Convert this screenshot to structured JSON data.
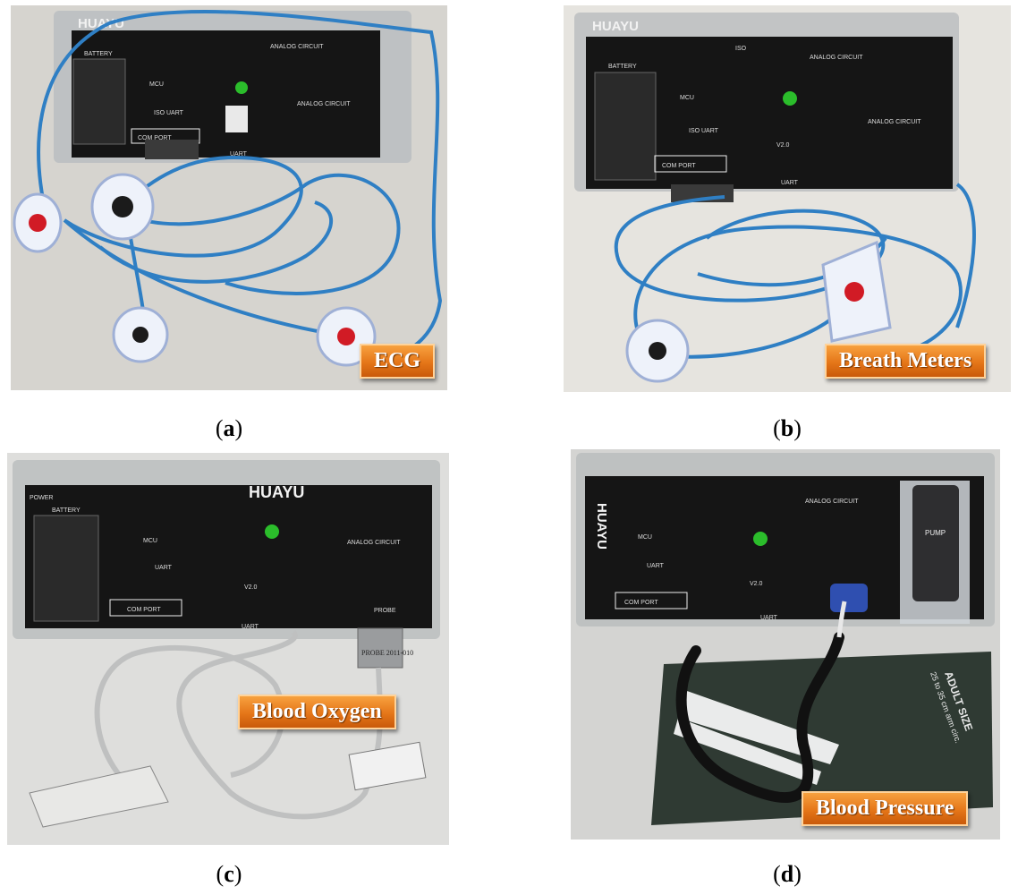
{
  "panels": [
    {
      "id": "a",
      "letter": "a",
      "badge": "ECG",
      "board_brand": "HUAYU"
    },
    {
      "id": "b",
      "letter": "b",
      "badge": "Breath Meters",
      "board_brand": "HUAYU"
    },
    {
      "id": "c",
      "letter": "c",
      "badge": "Blood Oxygen",
      "board_brand": "HUAYU"
    },
    {
      "id": "d",
      "letter": "d",
      "badge": "Blood Pressure",
      "board_brand": "HUAYU"
    }
  ],
  "board_labels": {
    "battery": "BATTERY",
    "mcu": "MCU",
    "iso_uart": "ISO UART",
    "com_port": "COM PORT",
    "uart": "UART",
    "analog_circuit": "ANALOG CIRCUIT",
    "probe": "PROBE",
    "pump": "PUMP",
    "power": "POWER",
    "iso": "ISO",
    "version": "V2.0"
  },
  "probe_tag": "PROBE 2011-010",
  "cuff_text": "ADULT SIZE",
  "cuff_range": "25 to 35 cm arm circ.",
  "colors": {
    "badge_orange": "#e57618",
    "wire_blue": "#2f7fc4",
    "board_black": "#151515",
    "electrode_red": "#d11b25"
  }
}
